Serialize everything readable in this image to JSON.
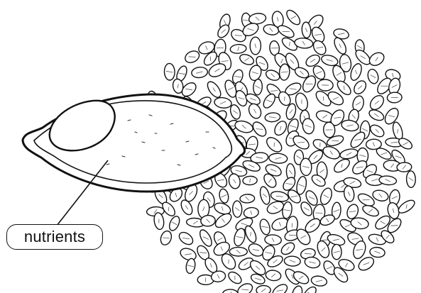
{
  "diagram": {
    "label": "nutrients",
    "stroke_color": "#111111",
    "fill_color": "#ffffff",
    "parts": [
      "seed-cluster",
      "single-seed",
      "embryo",
      "endosperm",
      "leader-line",
      "label-box"
    ]
  }
}
